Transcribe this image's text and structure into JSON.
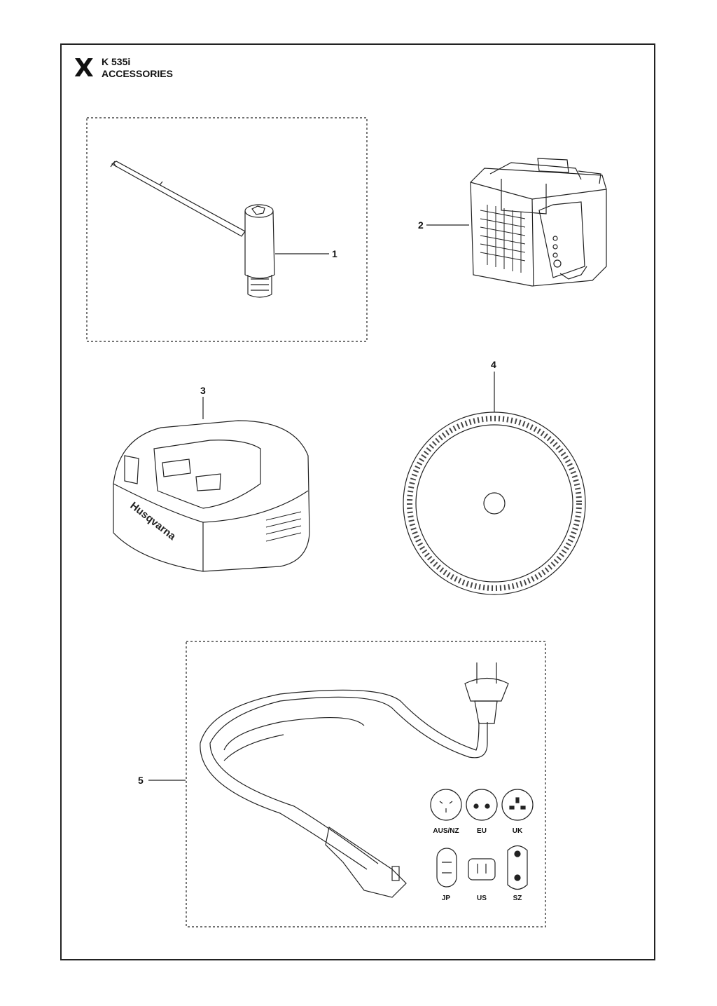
{
  "header": {
    "section_letter": "X",
    "model": "K 535i",
    "title": "ACCESSORIES"
  },
  "callouts": [
    "1",
    "2",
    "3",
    "4",
    "5"
  ],
  "charger_brand": "Husqvarna",
  "plug_types": [
    "AUS/NZ",
    "EU",
    "UK",
    "JP",
    "US",
    "SZ"
  ]
}
